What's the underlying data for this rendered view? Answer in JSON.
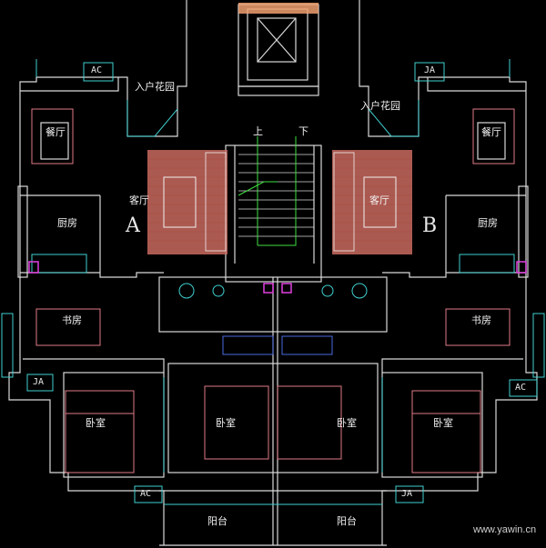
{
  "colors": {
    "wall": "#d9d9d9",
    "furniture_pink": "#e07a86",
    "furniture_red": "#d0625f",
    "cyan": "#3fd0d0",
    "magenta": "#e040e0",
    "green": "#40e040",
    "orange": "#f0a070",
    "blue": "#4a6adf"
  },
  "labels": {
    "entry_garden_left": "入户花园",
    "entry_garden_right": "入户花园",
    "dining_left": "餐厅",
    "dining_right": "餐厅",
    "living_left": "客厅",
    "living_right": "客厅",
    "unit_a": "A",
    "unit_b": "B",
    "kitchen_left": "厨房",
    "kitchen_right": "厨房",
    "study_left": "书房",
    "study_right": "书房",
    "bedroom_1": "卧室",
    "bedroom_2": "卧室",
    "bedroom_3": "卧室",
    "bedroom_4": "卧室",
    "balcony_left": "阳台",
    "balcony_right": "阳台",
    "stair_up": "上",
    "stair_down": "下",
    "ac_tl": "AC",
    "ja_tr": "JA",
    "ja_ml": "JA",
    "ac_mr": "AC",
    "ac_bl": "AC",
    "ja_br": "JA",
    "watermark": "www.yawin.cn"
  }
}
